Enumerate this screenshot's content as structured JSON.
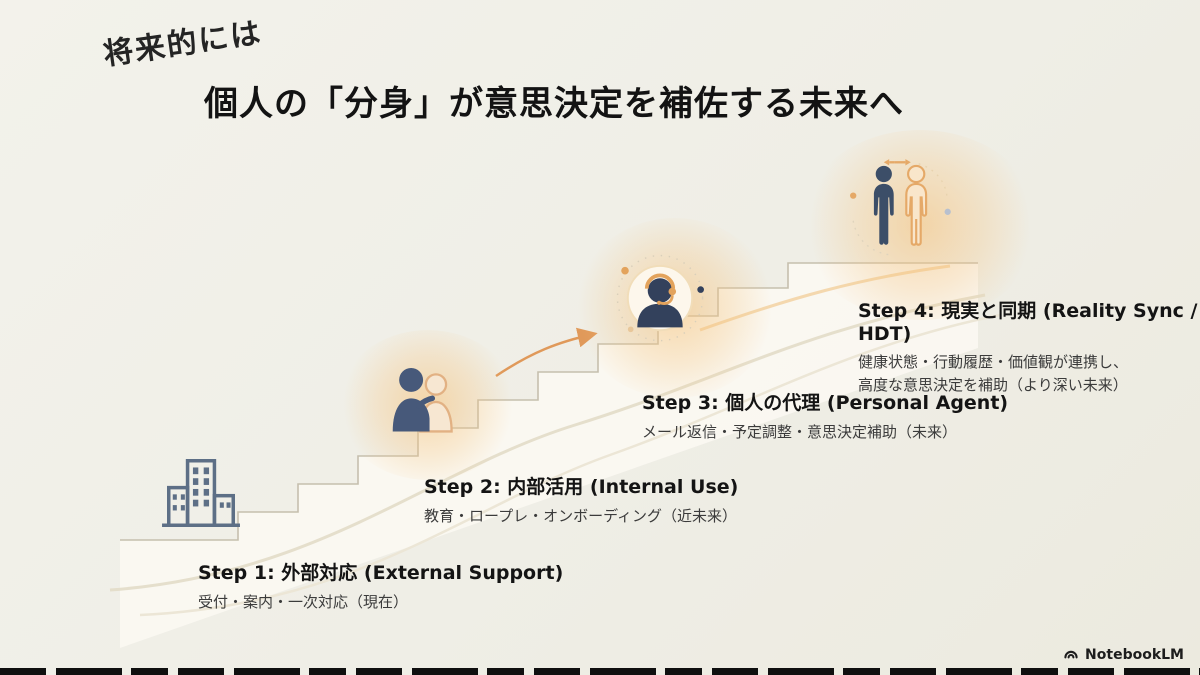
{
  "title": {
    "pretitle": "将来的には",
    "main": "個人の「分身」が意思決定を補佐する未来へ"
  },
  "steps": [
    {
      "heading": "Step 1: 外部対応 (External Support)",
      "desc": "受付・案内・一次対応（現在）",
      "icon": "building-icon"
    },
    {
      "heading": "Step 2: 内部活用 (Internal Use)",
      "desc": "教育・ロープレ・オンボーディング（近未来）",
      "icon": "mentor-pair-icon"
    },
    {
      "heading": "Step 3: 個人の代理 (Personal Agent)",
      "desc": "メール返信・予定調整・意思決定補助（未来）",
      "icon": "headset-agent-icon"
    },
    {
      "heading": "Step 4: 現実と同期 (Reality Sync / HDT)",
      "desc": "健康状態・行動履歴・価値観が連携し、\n高度な意思決定を補助（より深い未来）",
      "icon": "digital-twin-icon"
    }
  ],
  "footer": {
    "brand": "NotebookLM",
    "logo_icon": "notebooklm-logo-icon"
  },
  "colors": {
    "background": "#f0efe8",
    "accent_orange": "#e5a45c",
    "navy": "#3c4e68",
    "glow": "#f6c37d",
    "text": "#141414",
    "stair_fill": "#faf8f1",
    "stair_edge": "#c5bfae"
  }
}
